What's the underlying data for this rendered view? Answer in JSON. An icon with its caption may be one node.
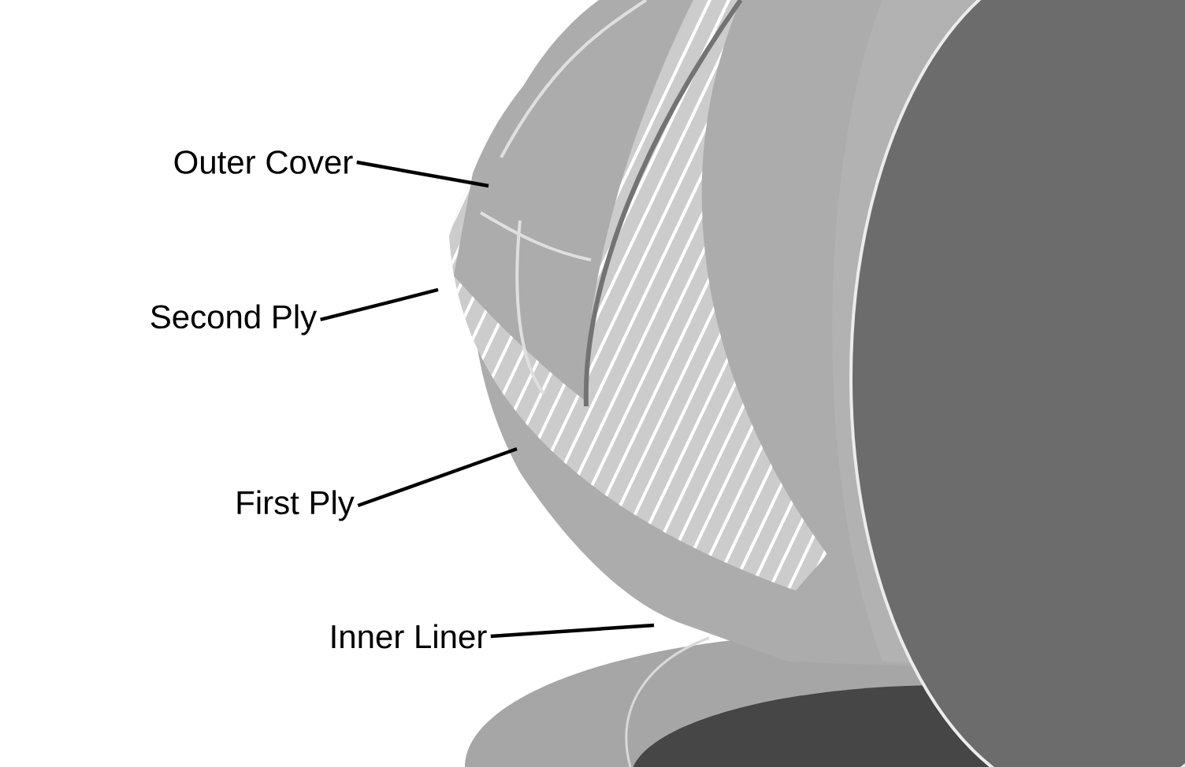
{
  "diagram": {
    "nodes": [
      {
        "text": [
          "Outer Cover"
        ]
      },
      {
        "text": [
          "Second Ply"
        ]
      },
      {
        "text": [
          "First Ply"
        ]
      },
      {
        "text": [
          "Inner Liner"
        ]
      }
    ],
    "edges": [
      {
        "from": 0,
        "to": null,
        "arrow": "none"
      },
      {
        "from": 1,
        "to": null,
        "arrow": "none"
      },
      {
        "from": 2,
        "to": null,
        "arrow": "none"
      },
      {
        "from": 3,
        "to": null,
        "arrow": "none"
      }
    ]
  }
}
